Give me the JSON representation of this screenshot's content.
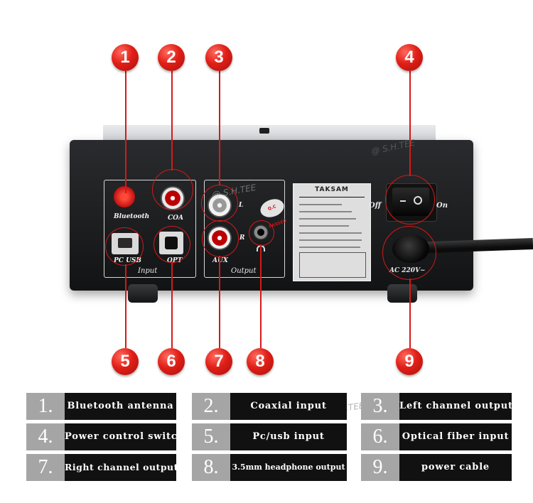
{
  "device": {
    "panel_labels": {
      "input": "Input",
      "output": "Output"
    },
    "jacks": {
      "bluetooth": "Bluetooth",
      "coaxial": "COA",
      "pc_usb": "PC USB",
      "optical": "OPT",
      "aux": "AUX",
      "left": "L",
      "right": "R",
      "off": "Off",
      "on": "On",
      "power": "AC 220V~"
    },
    "brand": "TAKSAM",
    "qc_sticker": "Q.C PASSED"
  },
  "watermark": "@ S.H.TEE",
  "callouts": [
    "1",
    "2",
    "3",
    "4",
    "5",
    "6",
    "7",
    "8",
    "9"
  ],
  "legend": [
    {
      "num": "1.",
      "text": "Bluetooth antenna"
    },
    {
      "num": "2.",
      "text": "Coaxial input"
    },
    {
      "num": "3.",
      "text": "Left channel output"
    },
    {
      "num": "4.",
      "text": "Power control switch"
    },
    {
      "num": "5.",
      "text": "Pc/usb input"
    },
    {
      "num": "6.",
      "text": "Optical fiber input"
    },
    {
      "num": "7.",
      "text": "Right channel output"
    },
    {
      "num": "8.",
      "text": "3.5mm headphone output"
    },
    {
      "num": "9.",
      "text": "power cable"
    }
  ]
}
